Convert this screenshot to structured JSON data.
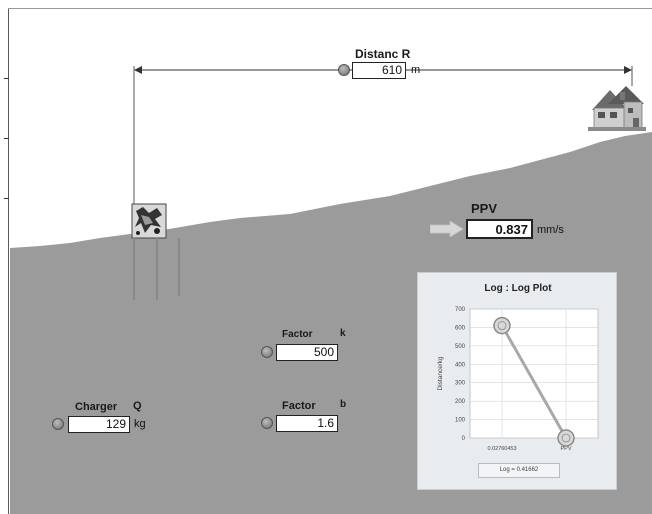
{
  "distance": {
    "label": "Distanc R",
    "value": "610",
    "unit": "m"
  },
  "ppv": {
    "label": "PPV",
    "value": "0.837",
    "unit": "mm/s"
  },
  "factor_k": {
    "label": "Factor",
    "symbol": "k",
    "value": "500"
  },
  "factor_b": {
    "label": "Factor",
    "symbol": "b",
    "value": "1.6"
  },
  "charge": {
    "label": "Charger",
    "symbol": "Q",
    "value": "129",
    "unit": "kg"
  },
  "plot": {
    "title": "Log : Log Plot",
    "ylabel": "Distance/kg",
    "legend": "Log = 0.41662",
    "colors": {
      "line": "#a8a8a8",
      "marker_fill": "#d8d8d8",
      "marker_stroke": "#8a8a8a",
      "grid": "#d0d3d7",
      "bg": "#ffffff"
    }
  },
  "chart_data": {
    "type": "line",
    "title": "Log : Log Plot",
    "ylabel": "Distance/kg",
    "xlabel": "",
    "categories": [
      "0.02760453",
      "PPV"
    ],
    "y_ticks": [
      "700",
      "600",
      "500",
      "400",
      "300",
      "200",
      "100",
      "0"
    ],
    "ylim": [
      0,
      700
    ],
    "grid": true,
    "series": [
      {
        "values": [
          610,
          0
        ]
      }
    ],
    "legend_text": "Log = 0.41662"
  },
  "colors": {
    "ground": "#9b9b9b",
    "sky": "#ffffff",
    "dimension_line": "#333333",
    "arrow": "#d7d7d7"
  },
  "icons": [
    "knob-icon",
    "house-icon",
    "blast-marker-icon",
    "ppv-arrow-icon"
  ]
}
